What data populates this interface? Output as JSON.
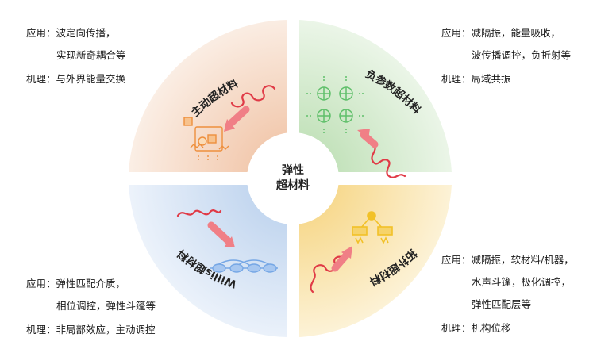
{
  "center": {
    "line1": "弹性",
    "line2": "超材料"
  },
  "colors": {
    "q_active": "#f6dccb",
    "q_negative": "#d8ecd2",
    "q_willis": "#d6e3f3",
    "q_topological": "#fbe6b3",
    "wave": "#e03a46",
    "arrow": "#f07f86",
    "green": "#5fbf6a",
    "blue": "#76a7e5",
    "orange": "#ee8f3d",
    "yellow": "#f2c127"
  },
  "quadrants": [
    {
      "name": "主动超材料",
      "icon": "active-device-icon"
    },
    {
      "name": "负参数超材料",
      "icon": "negative-resonator-icon"
    },
    {
      "name": "Willis超材料",
      "icon": "willis-chain-icon"
    },
    {
      "name": "拓扑超材料",
      "icon": "topological-mechanism-icon"
    }
  ],
  "notes": {
    "top_left": {
      "app1": "应用：波定向传播，",
      "app2": "实现新奇耦合等",
      "mech": "机理：与外界能量交换"
    },
    "top_right": {
      "app1": "应用：减隔振，能量吸收，",
      "app2": "波传播调控，负折射等",
      "mech": "机理：局域共振"
    },
    "bottom_left": {
      "app1": "应用：弹性匹配介质，",
      "app2": "相位调控，弹性斗篷等",
      "mech": "机理：非局部效应，主动调控"
    },
    "bottom_right": {
      "app1": "应用：减隔振，软材料/机器，",
      "app2": "水声斗篷，极化调控，",
      "app3": "弹性匹配层等",
      "mech": "机理：机构位移"
    }
  }
}
